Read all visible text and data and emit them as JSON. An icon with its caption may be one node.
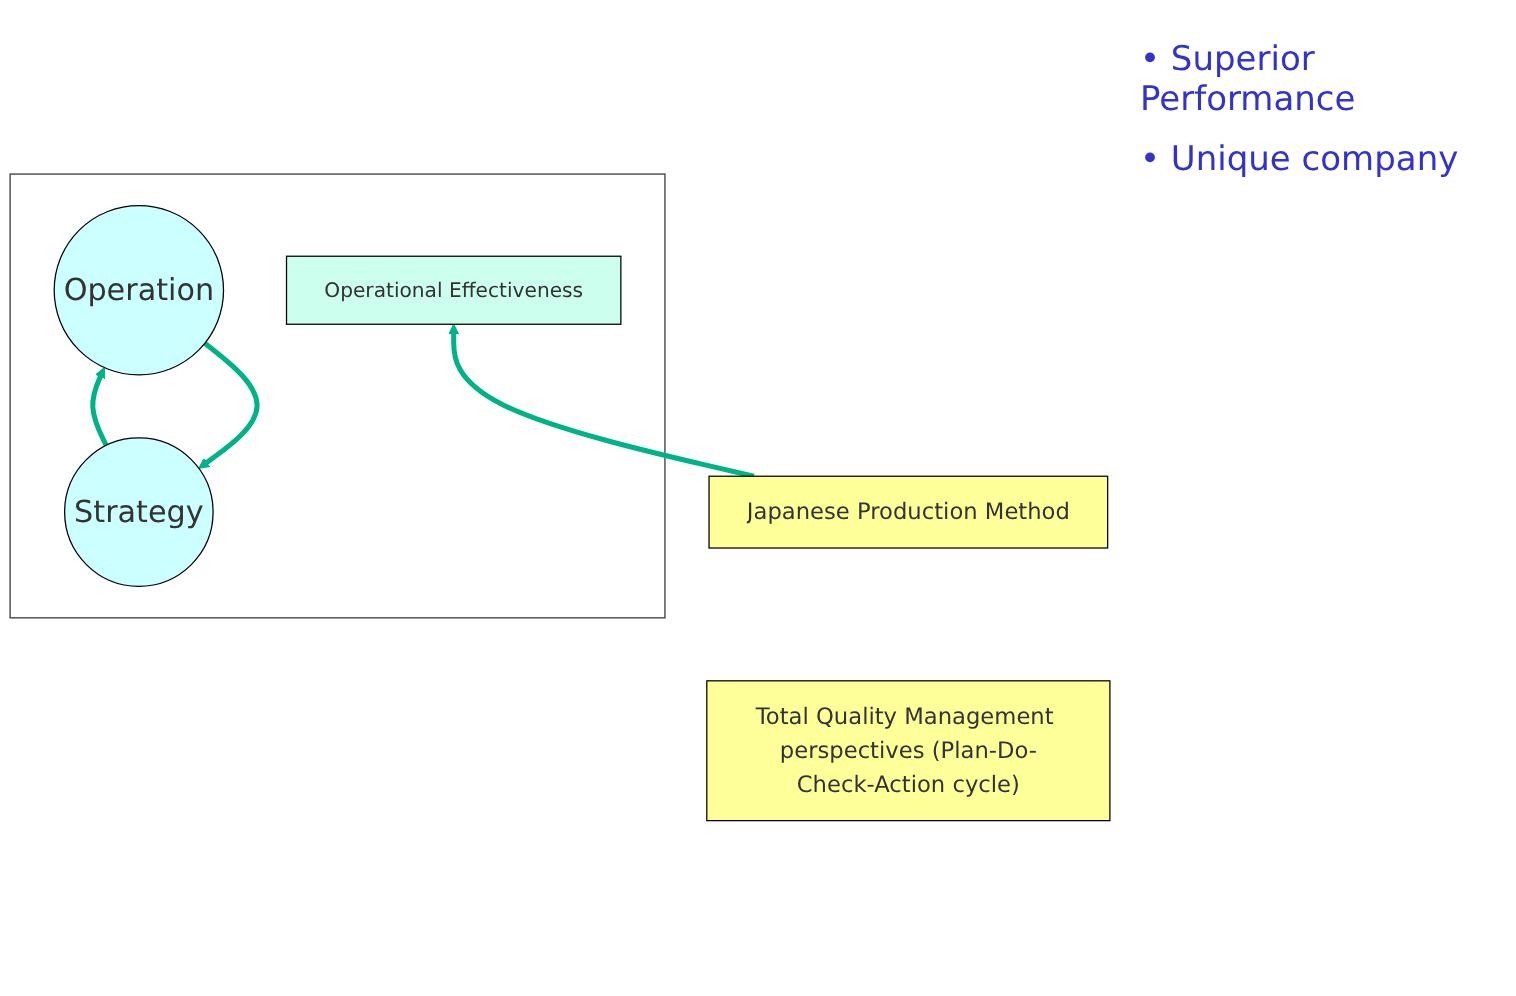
{
  "diagram": {
    "nodes": [
      {
        "text": [],
        "shape": "box"
      },
      {
        "text": [
          "Strategy"
        ],
        "in": 0
      },
      {
        "text": [
          "Operation"
        ],
        "in": 0
      },
      {
        "text": [
          "Operational Effectiveness"
        ],
        "in": 0
      },
      {
        "text": [
          "Japanese Production Method"
        ]
      },
      {
        "text": [
          "Total Quality Management perspectives (Plan-Do-Check-Action cycle)"
        ]
      }
    ],
    "edges": [
      {
        "from": 2,
        "to": 1,
        "arrow": "to"
      },
      {
        "from": 1,
        "to": 2,
        "arrow": "to"
      },
      {
        "from": 4,
        "to": 3,
        "arrow": "to"
      }
    ],
    "labels": [
      "• Superior Performance",
      "• Unique company"
    ]
  }
}
